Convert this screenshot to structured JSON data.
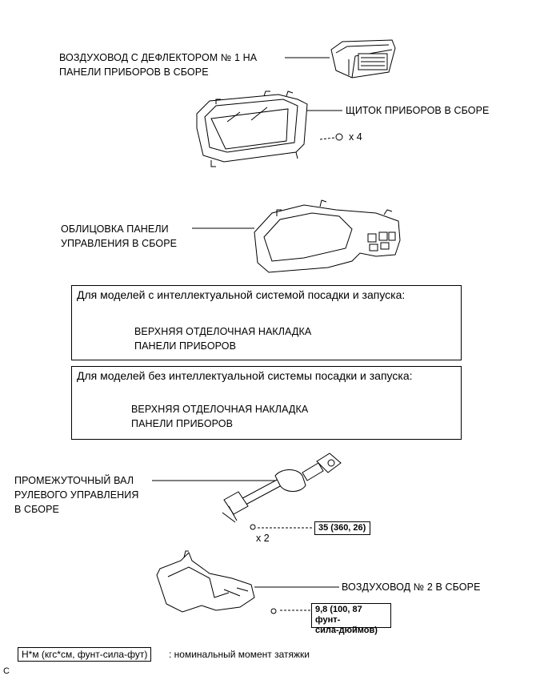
{
  "parts": {
    "air_duct_1": [
      "ВОЗДУХОВОД С ДЕФЛЕКТОРОМ № 1 НА",
      "ПАНЕЛИ ПРИБОРОВ В СБОРЕ"
    ],
    "instrument_cluster": "ЩИТОК ПРИБОРОВ В СБОРЕ",
    "cluster_qty": "x 4",
    "control_panel_trim": [
      "ОБЛИЦОВКА ПАНЕЛИ",
      "УПРАВЛЕНИЯ В СБОРЕ"
    ],
    "upper_trim_a": [
      "ВЕРХНЯЯ ОТДЕЛОЧНАЯ НАКЛАДКА",
      "ПАНЕЛИ ПРИБОРОВ"
    ],
    "upper_trim_b": [
      "ВЕРХНЯЯ ОТДЕЛОЧНАЯ НАКЛАДКА",
      "ПАНЕЛИ ПРИБОРОВ"
    ],
    "steering_shaft": [
      "ПРОМЕЖУТОЧНЫЙ ВАЛ",
      "РУЛЕВОГО УПРАВЛЕНИЯ",
      "В СБОРЕ"
    ],
    "shaft_qty": "x 2",
    "air_duct_2": "ВОЗДУХОВОД № 2 В СБОРЕ"
  },
  "boxes": {
    "with_smart": "Для моделей с интеллектуальной системой посадки и запуска:",
    "without_smart": "Для моделей без интеллектуальной системы посадки и запуска:"
  },
  "torque": {
    "shaft": "35 (360, 26)",
    "duct": [
      "9,8 (100, 87 фунт-",
      "сила-дюймов)"
    ]
  },
  "legend": {
    "unit": "Н*м (кгс*см, фунт-сила-фут)",
    "text": ": номинальный момент затяжки"
  },
  "code": "C"
}
